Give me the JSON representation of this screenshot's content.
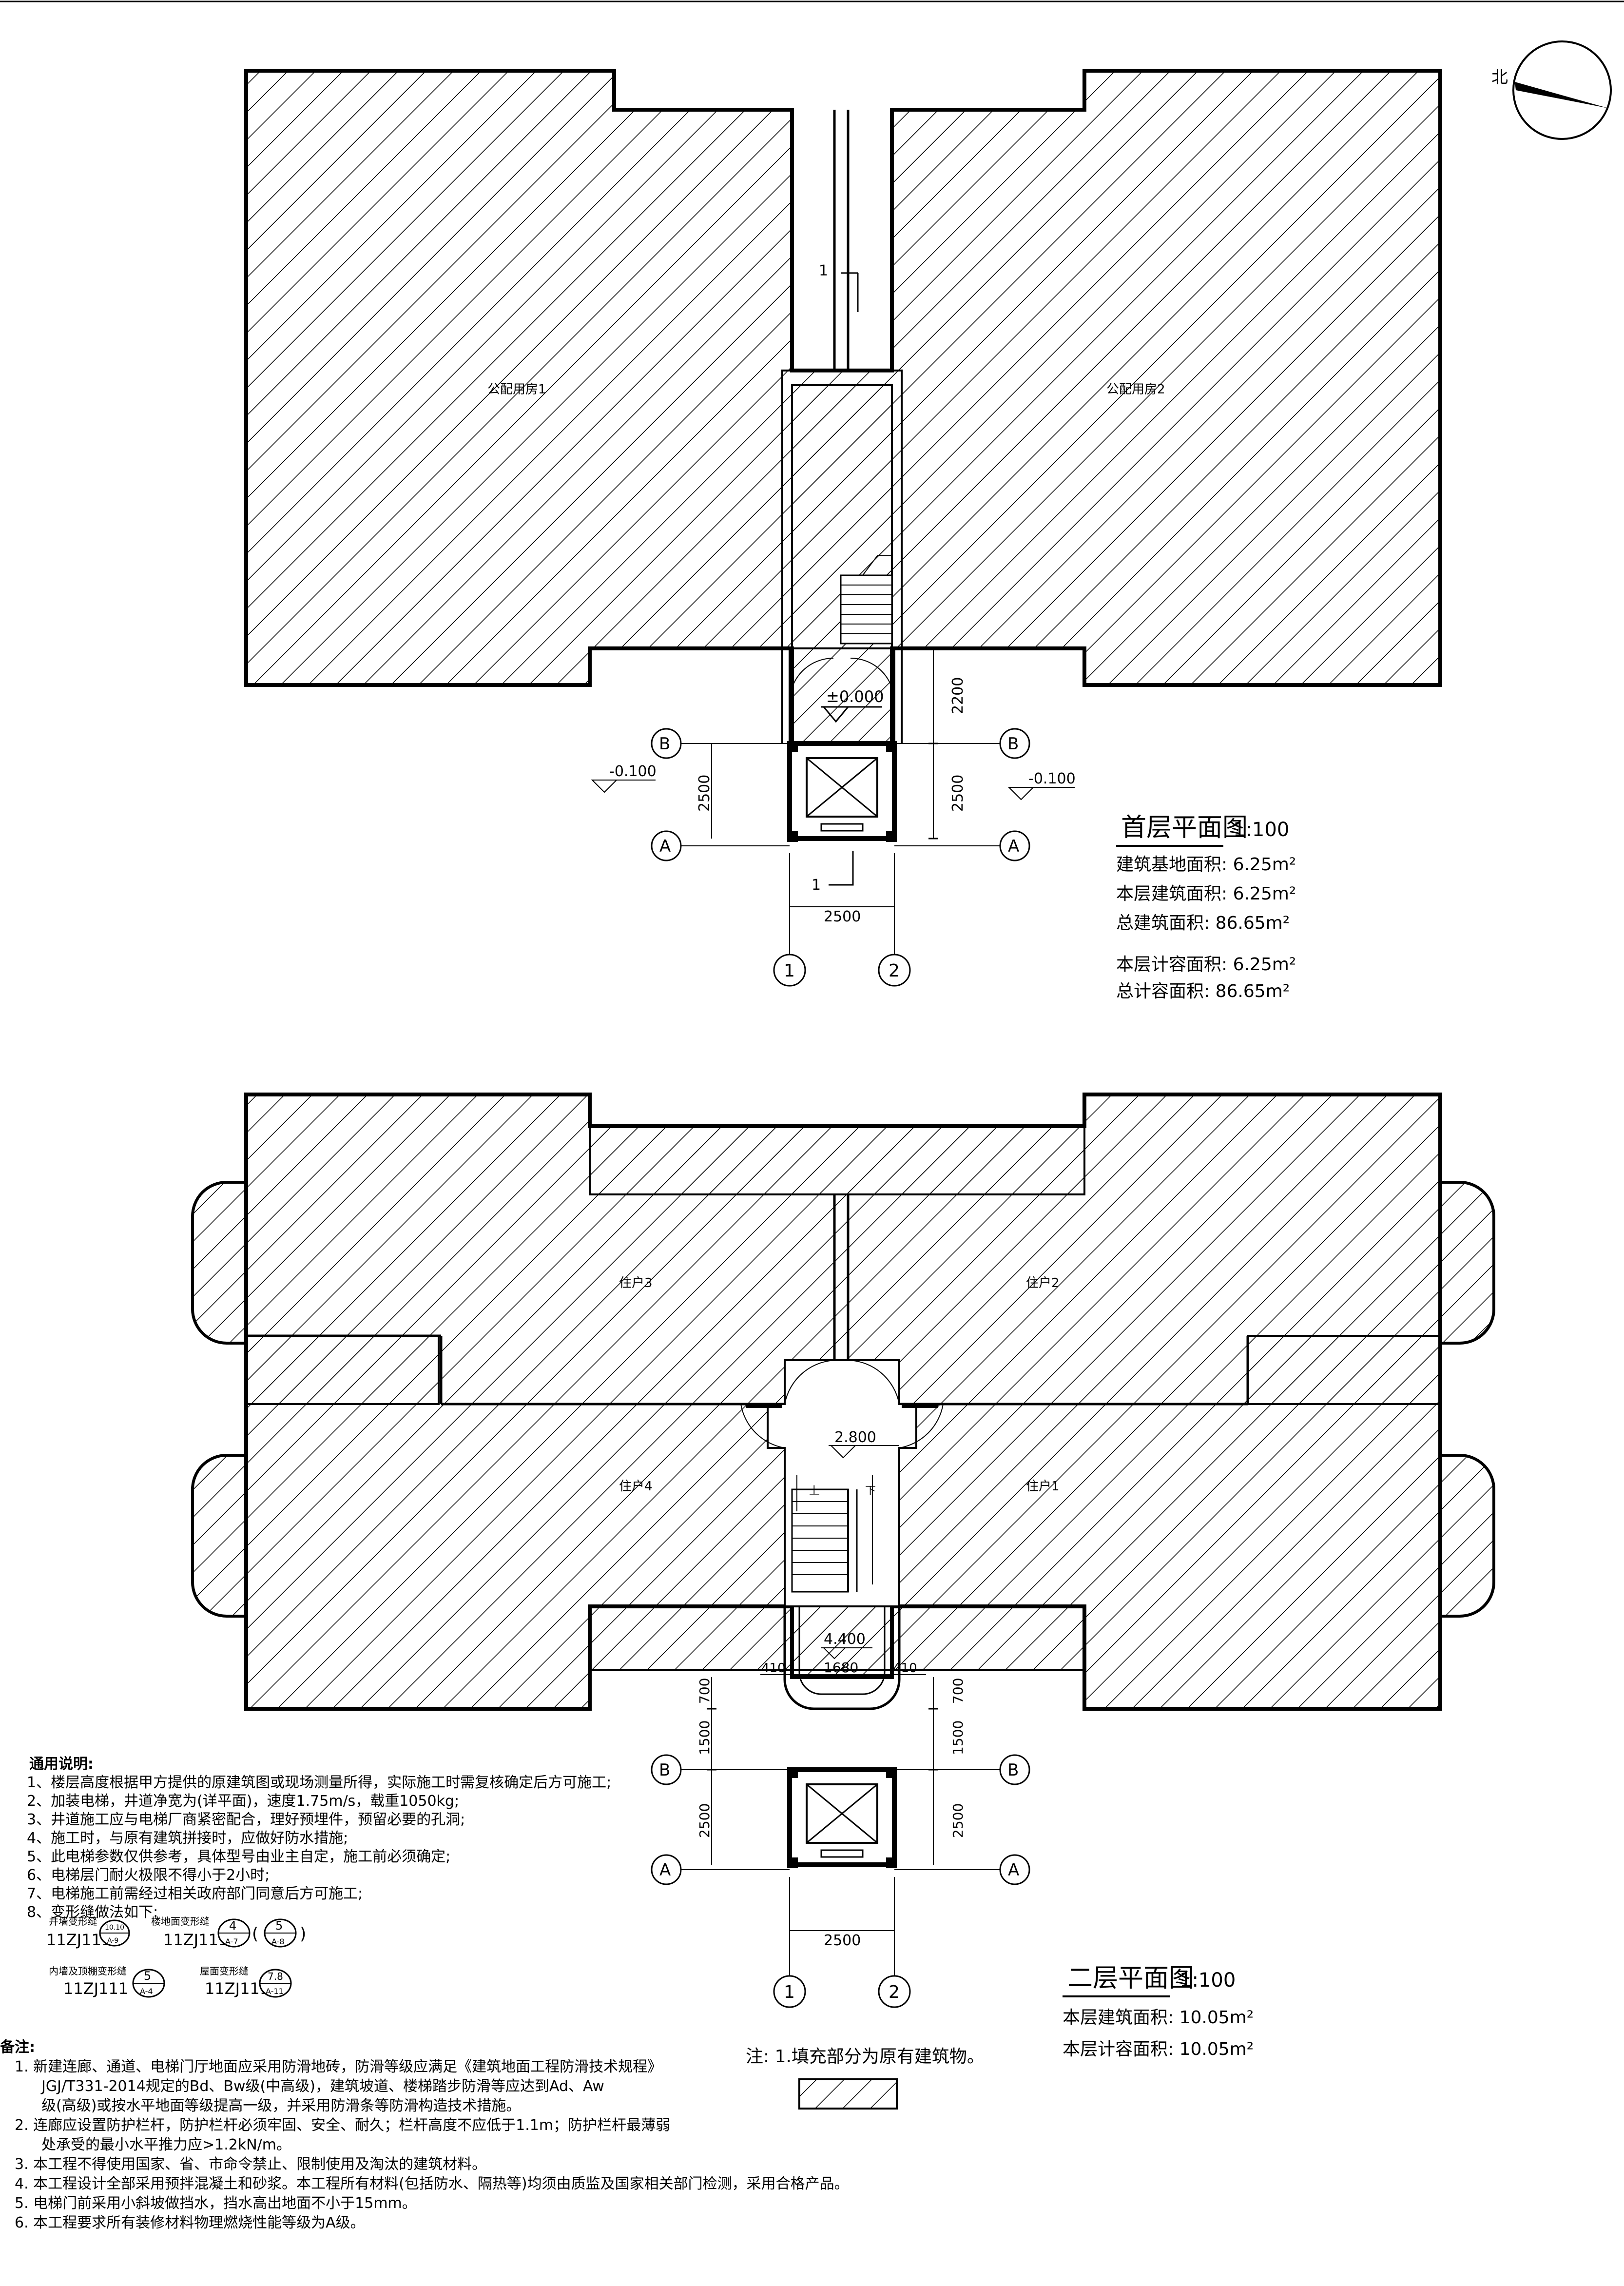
{
  "north_label": "北",
  "plan1": {
    "title": "首层平面图",
    "scale": "1:100",
    "room_left": "公配用房1",
    "room_right": "公配用房2",
    "level_center": "±0.000",
    "level_left": "-0.100",
    "level_right": "-0.100",
    "dim_2200": "2200",
    "dim_2500_left": "2500",
    "dim_2500_right": "2500",
    "dim_2500_bottom": "2500",
    "section_label_top": "1",
    "section_label_bottom": "1",
    "axis_b": "B",
    "axis_a": "A",
    "axis_1": "1",
    "axis_2": "2",
    "area_lines": [
      "建筑基地面积: 6.25m²",
      "本层建筑面积: 6.25m²",
      "总建筑面积: 86.65m²",
      "本层计容面积: 6.25m²",
      "总计容面积: 86.65m²"
    ]
  },
  "plan2": {
    "title": "二层平面图",
    "scale": "1:100",
    "unit_labels": [
      "住户3",
      "住户2",
      "住户4",
      "住户1"
    ],
    "level_center": "2.800",
    "level_stair": "4.400",
    "dim_410_left": "410",
    "dim_1680": "1680",
    "dim_410_right": "410",
    "dim_700_left": "700",
    "dim_700_right": "700",
    "dim_1500_left": "1500",
    "dim_1500_right": "1500",
    "dim_2500_left": "2500",
    "dim_2500_right": "2500",
    "dim_2500_bottom": "2500",
    "stair_up": "上",
    "stair_down": "下",
    "axis_b": "B",
    "axis_a": "A",
    "axis_1": "1",
    "axis_2": "2",
    "area_lines": [
      "本层建筑面积: 10.05m²",
      "本层计容面积: 10.05m²"
    ]
  },
  "legend": {
    "note": "注: 1.填充部分为原有建筑物。"
  },
  "general_notes": {
    "heading": "通用说明:",
    "lines": [
      "1、楼层高度根据甲方提供的原建筑图或现场测量所得，实际施工时需复核确定后方可施工;",
      "2、加装电梯，井道净宽为(详平面)，速度1.75m/s，载重1050kg;",
      "3、井道施工应与电梯厂商紧密配合，理好预埋件，预留必要的孔洞;",
      "4、施工时，与原有建筑拼接时，应做好防水措施;",
      "5、此电梯参数仅供参考，具体型号由业主自定，施工前必须确定;",
      "6、电梯层门耐火极限不得小于2小时;",
      "7、电梯施工前需经过相关政府部门同意后方可施工;",
      "8、变形缝做法如下:"
    ],
    "joint_items": [
      {
        "label": "井墙变形缝",
        "code": "11ZJ111",
        "num": "10.10",
        "sheet": "A-9"
      },
      {
        "label": "楼地面变形缝",
        "code": "11ZJ111",
        "num": "4",
        "sheet": "A-7"
      },
      {
        "label": "",
        "code": "",
        "num": "5",
        "sheet": "A-8"
      },
      {
        "label": "内墙及顶棚变形缝",
        "code": "11ZJ111",
        "num": "5",
        "sheet": "A-4"
      },
      {
        "label": "屋面变形缝",
        "code": "11ZJ111",
        "num": "7.8",
        "sheet": "A-11"
      }
    ]
  },
  "remarks": {
    "heading": "备注:",
    "lines": [
      "1. 新建连廊、通道、电梯门厅地面应采用防滑地砖，防滑等级应满足《建筑地面工程防滑技术规程》",
      "JGJ/T331-2014规定的Bd、Bw级(中高级)，建筑坡道、楼梯踏步防滑等应达到Ad、Aw",
      "级(高级)或按水平地面等级提高一级，并采用防滑条等防滑构造技术措施。",
      "2. 连廊应设置防护栏杆，防护栏杆必须牢固、安全、耐久；栏杆高度不应低于1.1m；防护栏杆最薄弱",
      "处承受的最小水平推力应>1.2kN/m。",
      "3. 本工程不得使用国家、省、市命令禁止、限制使用及淘汰的建筑材料。",
      "4. 本工程设计全部采用预拌混凝土和砂浆。本工程所有材料(包括防水、隔热等)均须由质监及国家相关部门检测，采用合格产品。",
      "5. 电梯门前采用小斜坡做挡水，挡水高出地面不小于15mm。",
      "6. 本工程要求所有装修材料物理燃烧性能等级为A级。"
    ]
  }
}
